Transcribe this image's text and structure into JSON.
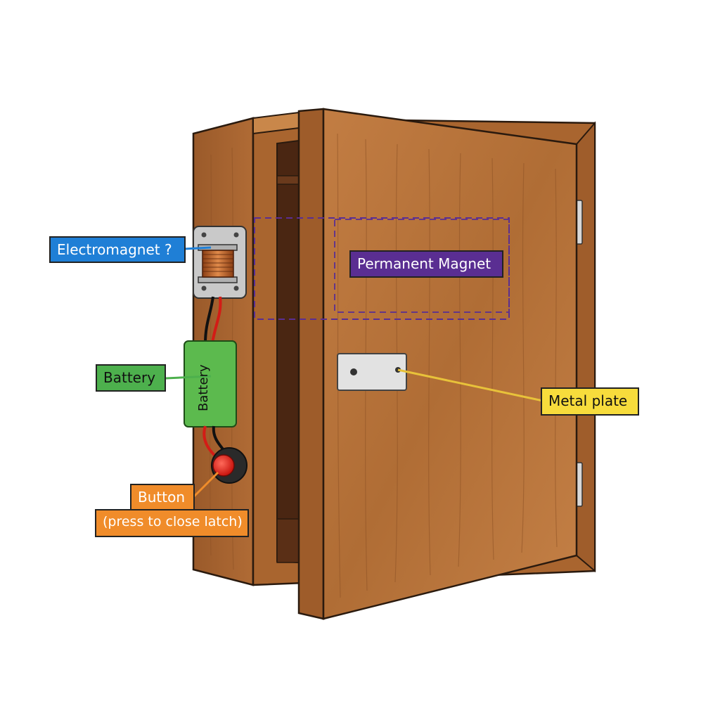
{
  "labels": {
    "electromagnet": "Electromagnet ?",
    "permanent_magnet": "Permanent Magnet",
    "battery": "Battery",
    "battery_body": "Battery",
    "metal_plate": "Metal plate",
    "button_line1": "Button",
    "button_line2": "(press to close latch)"
  },
  "colors": {
    "wood": "#b5713a",
    "wood_dark": "#8a4f24",
    "electromagnet_label": "#1f7fd6",
    "magnet_label": "#5a2e92",
    "battery_label": "#4db04d",
    "metal_label": "#f7dc3c",
    "button_label": "#f08c2a"
  }
}
